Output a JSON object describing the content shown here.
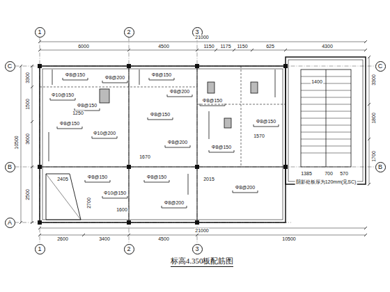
{
  "diagram": {
    "caption": "标高4.350板配筋图",
    "nodes": [
      {
        "text": [
          "1"
        ]
      },
      {
        "text": [
          "2"
        ]
      },
      {
        "text": [
          "3"
        ]
      },
      {
        "text": [
          "C"
        ]
      },
      {
        "text": [
          "C"
        ]
      },
      {
        "text": [
          "B"
        ]
      },
      {
        "text": [
          "B"
        ]
      },
      {
        "text": [
          "A"
        ]
      },
      {
        "text": [
          "1"
        ]
      },
      {
        "text": [
          "2"
        ]
      },
      {
        "text": [
          "3"
        ]
      }
    ],
    "edges": [
      {
        "from": 0,
        "to": 8,
        "arrow": "none"
      },
      {
        "from": 1,
        "to": 9,
        "arrow": "none"
      },
      {
        "from": 2,
        "to": 10,
        "arrow": "none"
      },
      {
        "from": 3,
        "to": 4,
        "arrow": "none"
      },
      {
        "from": 5,
        "to": 6,
        "arrow": "none"
      }
    ],
    "labels": [
      "21000",
      "6000",
      "4500",
      "1150",
      "1175",
      "1150",
      "625",
      "4300",
      "3300",
      "1500",
      "3600",
      "10500",
      "2500",
      "3300",
      "1800",
      "1700",
      "2600",
      "3400",
      "4500",
      "10500",
      "21000",
      "Φ8@150",
      "Φ8@200",
      "Φ10@150",
      "Φ8@150",
      "Φ8@150",
      "Φ8@200",
      "Φ8@150",
      "Φ10@200",
      "Φ8@150",
      "Φ8@200",
      "1670",
      "1250",
      "Φ8@150",
      "Φ8@150",
      "Φ10@150",
      "2405",
      "2700",
      "1600",
      "Φ8@200",
      "Φ8@150",
      "Φ8@150",
      "2015",
      "Φ8@200",
      "Φ8@150",
      "1400",
      "1385",
      "700",
      "570",
      "1570",
      "阴影处板厚为120mm(见SC)"
    ]
  }
}
